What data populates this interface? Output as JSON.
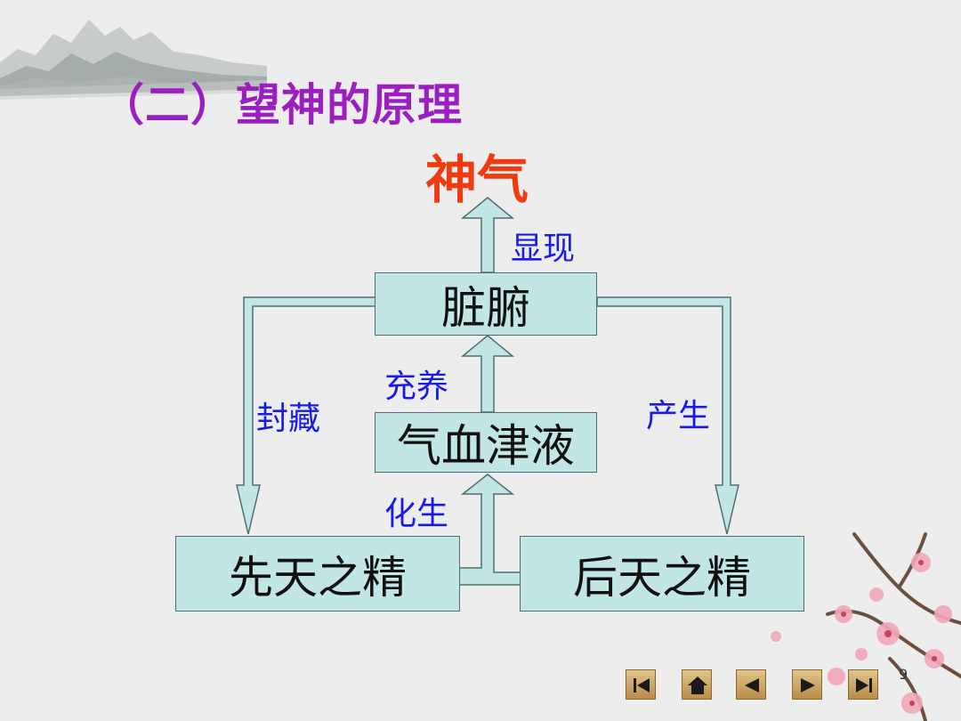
{
  "title": "（二）望神的原理",
  "top_node": "神气",
  "nodes": {
    "zangfu": "脏腑",
    "qixue": "气血津液",
    "xiantian": "先天之精",
    "houtian": "后天之精"
  },
  "edge_labels": {
    "xianxian": "显现",
    "chongyang": "充养",
    "fengcang": "封藏",
    "chansheng": "产生",
    "huasheng": "化生"
  },
  "page_number": "9",
  "nav_buttons": [
    "first-icon",
    "home-icon",
    "previous-icon",
    "next-icon",
    "last-icon"
  ],
  "colors": {
    "title": "#9b1fc0",
    "top_node": "#f03a10",
    "edge_label": "#1a1ae6",
    "box_fill": "#c2e6e6",
    "arrow_fill": "#c2e6e6"
  }
}
